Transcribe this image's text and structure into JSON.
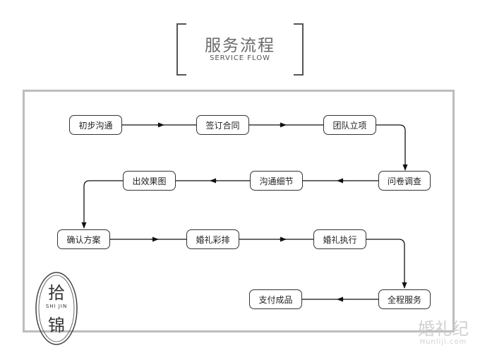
{
  "header": {
    "title": "服务流程",
    "subtitle": "SERVICE FLOW"
  },
  "flow": {
    "steps": [
      {
        "id": "s1",
        "label": "初步沟通"
      },
      {
        "id": "s2",
        "label": "签订合同"
      },
      {
        "id": "s3",
        "label": "团队立项"
      },
      {
        "id": "s4",
        "label": "问卷调查"
      },
      {
        "id": "s5",
        "label": "沟通细节"
      },
      {
        "id": "s6",
        "label": "出效果图"
      },
      {
        "id": "s7",
        "label": "确认方案"
      },
      {
        "id": "s8",
        "label": "婚礼彩排"
      },
      {
        "id": "s9",
        "label": "婚礼执行"
      },
      {
        "id": "s10",
        "label": "全程服务"
      },
      {
        "id": "s11",
        "label": "支付成品"
      }
    ],
    "line_color": "#222222"
  },
  "logo": {
    "top_char": "拾",
    "pinyin": "SHI JIN",
    "bottom_char": "锦"
  },
  "watermark": {
    "cn": "婚礼纪",
    "url": "Hunliji.com"
  }
}
